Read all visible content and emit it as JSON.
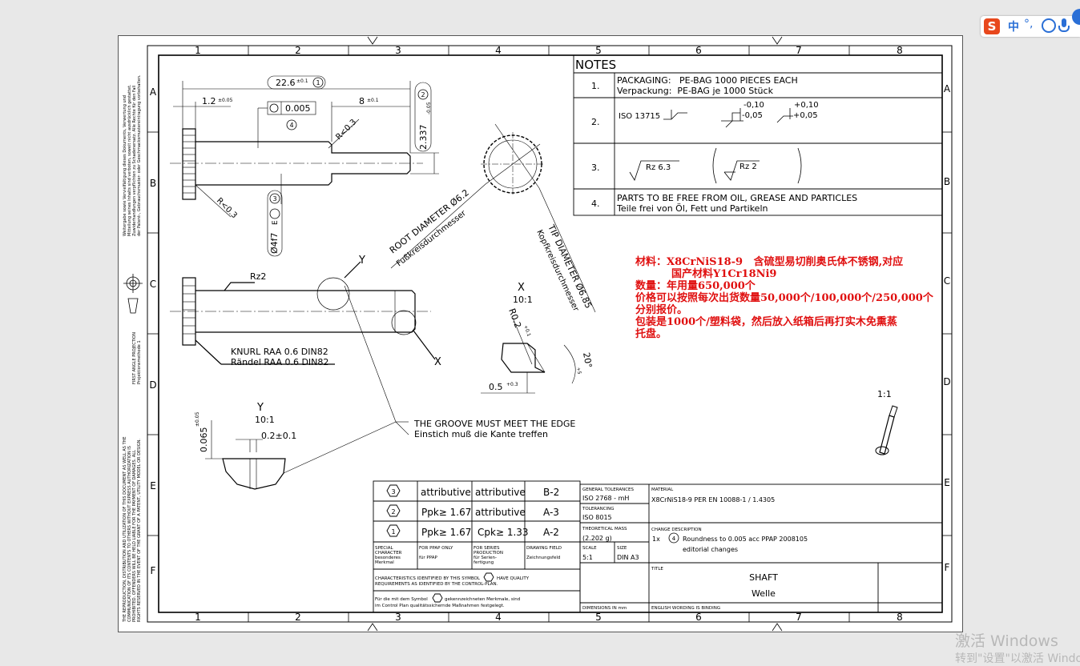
{
  "grid": {
    "columns": [
      "1",
      "2",
      "3",
      "4",
      "5",
      "6",
      "7",
      "8"
    ],
    "rows": [
      "A",
      "B",
      "C",
      "D",
      "E",
      "F"
    ]
  },
  "notes": {
    "header": "NOTES",
    "items": [
      {
        "num": "1.",
        "lines": [
          "PACKAGING:   PE-BAG 1000 PIECES EACH",
          "Verpackung:  PE-BAG je 1000 Stück"
        ]
      },
      {
        "num": "2.",
        "iso": "ISO 13715",
        "sym_b_top": "-0,10",
        "sym_b_bot": "-0,05",
        "sym_c_top": "+0,10",
        "sym_c_bot": "+0,05"
      },
      {
        "num": "3.",
        "rz1": "Rz 6.3",
        "rz2": "Rz 2"
      },
      {
        "num": "4.",
        "lines": [
          "PARTS TO BE FREE FROM OIL, GREASE AND PARTICLES",
          "Teile frei von Öl, Fett und Partikeln"
        ]
      }
    ]
  },
  "chinese_notes": [
    "材料：X8CrNiS18-9   含硫型易切削奥氏体不锈钢,对应",
    "国产材料Y1Cr18Ni9",
    "数量：年用量650,000个",
    "价格可以按照每次出货数量50,000个/100,000个/250,000个",
    "分别报价。",
    "包装是1000个/塑料袋，然后放入纸箱后再打实木免熏蒸",
    "托盘。"
  ],
  "dims": {
    "len_total": "22.6",
    "len_total_tol": "±0.1",
    "len_total_mark": "1",
    "len_left": "1.2",
    "len_left_tol": "±0.05",
    "len_right": "8",
    "len_right_tol": "±0.1",
    "roundness": "0.005",
    "roundness_ref": "4",
    "radius_top": "R<0.3",
    "radius_bottom": "R<0.3",
    "dia_small": "2.337",
    "dia_small_tol": "-0.05",
    "dia_small_mark": "2",
    "dia_shaft": "Ø4f7",
    "dia_shaft_fit": "E",
    "dia_shaft_mark": "3",
    "root_diameter": "ROOT DIAMETER Ø6.2",
    "root_diameter_de": "Fußkreisdurchmesser",
    "tip_diameter": "TIP DIAMETER Ø6.85",
    "tip_diameter_de": "Kopfkreisdurchmesser",
    "rz2": "Rz2",
    "knurl_en": "KNURL RAA 0.6 DIN82",
    "knurl_de": "Rändel RAA 0.6 DIN82",
    "detail_y": "Y",
    "detail_x": "X",
    "detail_x_scale": "10:1",
    "detail_x_radius": "R0.2",
    "detail_x_radius_tol": "+0.1",
    "detail_x_angle": "20°",
    "detail_x_angle_tol": "+5",
    "detail_x_depth": "0.5",
    "detail_x_depth_tol": "+0.3",
    "detail_y_scale": "10:1",
    "detail_y_height": "0.065",
    "detail_y_height_tol": "±0.05",
    "detail_y_width": "0.2±0.1",
    "groove_en": "THE GROOVE MUST MEET THE EDGE",
    "groove_de": "Einstich muß die Kante treffen",
    "scale_iso": "1:1"
  },
  "char_table": {
    "rows": [
      {
        "mark": "3",
        "c1": "attributive",
        "c2": "attributive",
        "c3": "B-2"
      },
      {
        "mark": "2",
        "c1": "Ppk≥ 1.67",
        "c2": "attributive",
        "c3": "A-3"
      },
      {
        "mark": "1",
        "c1": "Ppk≥ 1.67",
        "c2": "Cpk≥ 1.33",
        "c3": "A-2"
      }
    ],
    "h1": [
      "SPECIAL",
      "CHARACTER",
      "besonderes",
      "Merkmal"
    ],
    "h2": [
      "FOR PPAP ONLY",
      "",
      "für PPAP"
    ],
    "h3": [
      "FOR SERIES",
      "PRODUCTION",
      "für Serien-",
      "fertigung"
    ],
    "h4": [
      "DRAWING FIELD",
      "",
      "Zeichnungsfeld"
    ],
    "foot_en_1": "CHARACTERISTICS IDENTIFIED BY THIS SYMBOL",
    "foot_en_2": "HAVE QUALITY",
    "foot_en_3": "REQUIREMENTS AS IDENTIFIED BY THE CONTROL-PLAN.",
    "foot_de_1": "Für die mit dem Symbol",
    "foot_de_2": "gekennzeichneten Merkmale, sind",
    "foot_de_3": "im Control Plan qualitätssichernde Maßnahmen festgelegt."
  },
  "title_block": {
    "gen_tol_label": "GENERAL TOLERANCES",
    "gen_tol": "ISO 2768 - mH",
    "tolerancing_label": "TOLERANCING",
    "tolerancing": "ISO 8015",
    "mass_label": "THEORETICAL MASS",
    "mass": "(2.202 g)",
    "scale_label": "SCALE",
    "scale": "5:1",
    "size_label": "SIZE",
    "size": "DIN A3",
    "dims_label": "DIMENSIONS IN mm",
    "material_label": "MATERIAL",
    "material": "X8CrNiS18-9 PER EN 10088-1 / 1.4305",
    "change_label": "CHANGE DESCRIPTION",
    "change_idx": "1x",
    "change_ref": "4",
    "change_line1": "Roundness to 0.005 acc PPAP 2008105",
    "change_line2": "editorial changes",
    "title_label": "TITLE",
    "title_en": "SHAFT",
    "title_de": "Welle",
    "wording": "ENGLISH WORDING IS BINDING"
  },
  "margin_text": {
    "top_left": [
      "Weitergabe sowie Vervielfältigung dieses Dokuments, Verwertung und",
      "Mitteilung seines Inhalts sind verboten, soweit nicht ausdrücklich gestattet.",
      "Zuwiderhandlungen verpflichten zu Schadenersatz. Alle Rechte für den Fall",
      "der Patent-, Gebrauchsmuster- oder Geschmacksmustereintragung vorbehalten."
    ],
    "projection": [
      "FIRST ANGLE PROJECTION",
      "Projektionsmethode 1"
    ],
    "bottom_left": [
      "THE REPRODUCTION, DISTRIBUTION AND UTILIZATION OF THIS DOCUMENT AS WELL AS THE",
      "COMMUNICATION OF ITS CONTENTS TO OTHERS WITHOUT EXPRESS AUTHORIZATION IS",
      "PROHIBITED. OFFENDERS WILL BE HELD LIABLE FOR THE PAYMENT OF DAMAGES. ALL",
      "RIGHTS RESERVED IN THE EVENT OF THE GRANT OF A PATENT, UTILITY MODEL OR DESIGN."
    ]
  },
  "ime": {
    "logo": "S",
    "mode": "中",
    "punct": "°,"
  },
  "watermark": {
    "line1": "激活 Windows",
    "line2": "转到\"设置\"以激活 Windows。"
  }
}
